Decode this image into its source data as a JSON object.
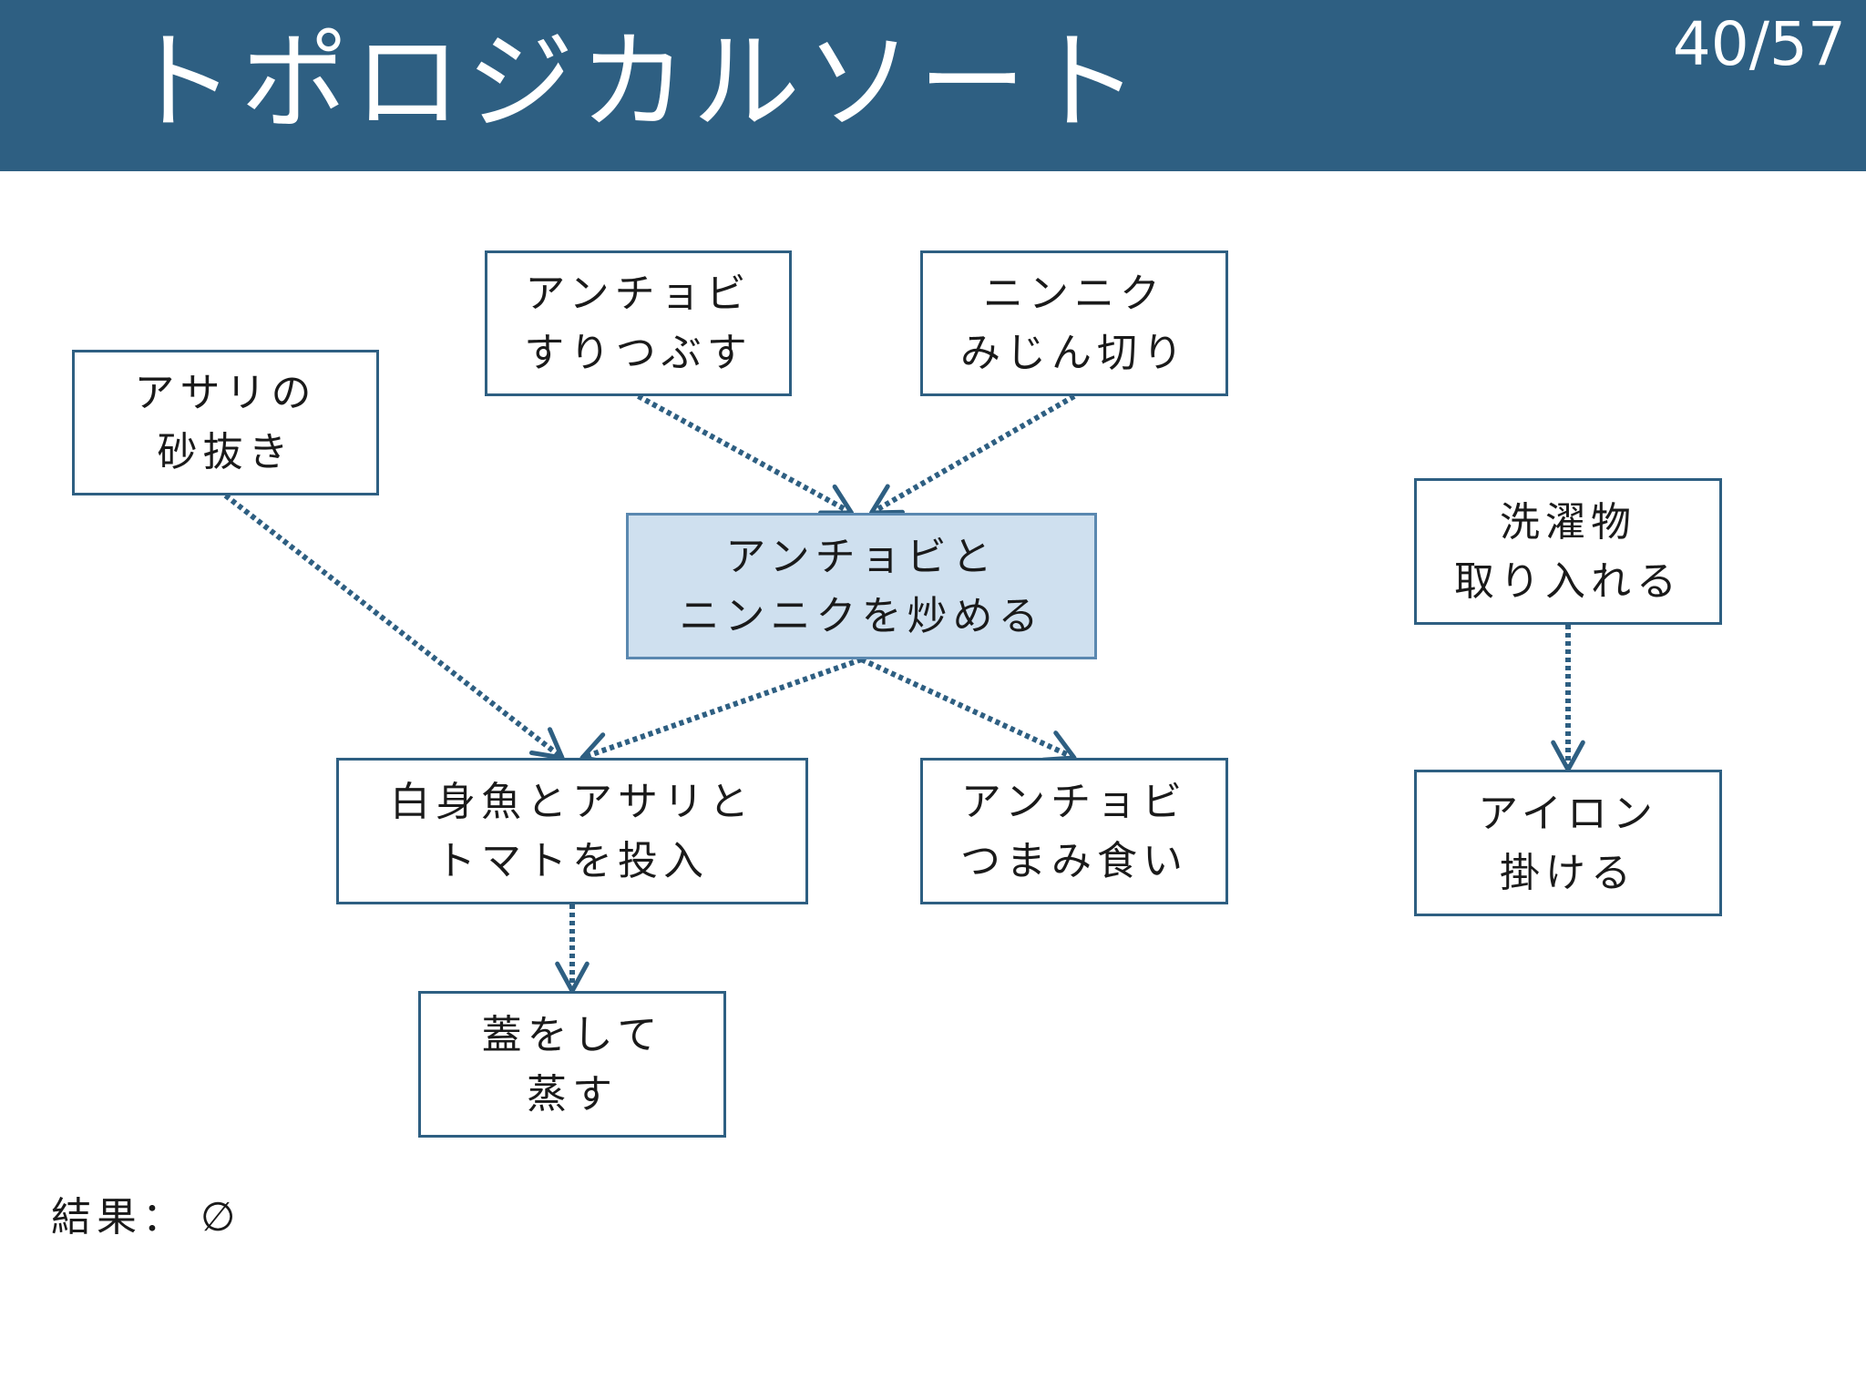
{
  "header": {
    "title": "トポロジカルソート",
    "page": "40/57"
  },
  "colors": {
    "header_bg": "#2e5f82",
    "node_border": "#2e5f82",
    "highlight_bg": "#cfe0ef",
    "edge": "#2e5f82"
  },
  "nodes": [
    {
      "id": "asari",
      "lines": [
        "アサリの",
        "砂抜き"
      ],
      "highlight": false
    },
    {
      "id": "anchovy-crush",
      "lines": [
        "アンチョビ",
        "すりつぶす"
      ],
      "highlight": false
    },
    {
      "id": "garlic",
      "lines": [
        "ニンニク",
        "みじん切り"
      ],
      "highlight": false
    },
    {
      "id": "stirfry",
      "lines": [
        "アンチョビと",
        "ニンニクを炒める"
      ],
      "highlight": true
    },
    {
      "id": "laundry",
      "lines": [
        "洗濯物",
        "取り入れる"
      ],
      "highlight": false
    },
    {
      "id": "add-fish",
      "lines": [
        "白身魚とアサリと",
        "トマトを投入"
      ],
      "highlight": false
    },
    {
      "id": "snack",
      "lines": [
        "アンチョビ",
        "つまみ食い"
      ],
      "highlight": false
    },
    {
      "id": "iron",
      "lines": [
        "アイロン",
        "掛ける"
      ],
      "highlight": false
    },
    {
      "id": "steam",
      "lines": [
        "蓋をして",
        "蒸す"
      ],
      "highlight": false
    }
  ],
  "edges": [
    {
      "from": "anchovy-crush",
      "to": "stirfry"
    },
    {
      "from": "garlic",
      "to": "stirfry"
    },
    {
      "from": "asari",
      "to": "add-fish"
    },
    {
      "from": "stirfry",
      "to": "add-fish"
    },
    {
      "from": "stirfry",
      "to": "snack"
    },
    {
      "from": "add-fish",
      "to": "steam"
    },
    {
      "from": "laundry",
      "to": "iron"
    }
  ],
  "result": {
    "label": "結果：",
    "value": "∅"
  }
}
